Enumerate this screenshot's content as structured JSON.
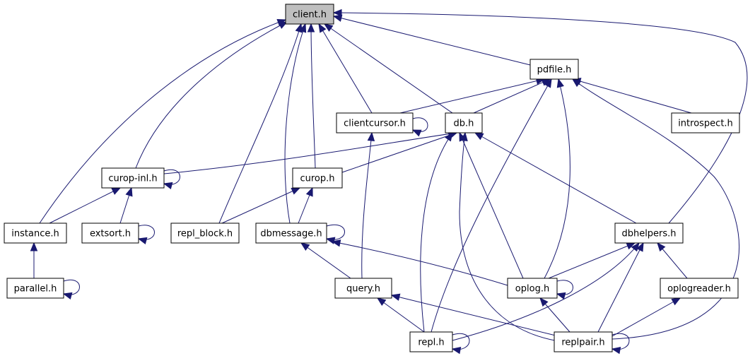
{
  "nodes": [
    {
      "id": "client",
      "label": "client.h",
      "root": true
    },
    {
      "id": "pdfile",
      "label": "pdfile.h"
    },
    {
      "id": "clientcursor",
      "label": "clientcursor.h"
    },
    {
      "id": "db",
      "label": "db.h"
    },
    {
      "id": "introspect",
      "label": "introspect.h"
    },
    {
      "id": "curopinl",
      "label": "curop-inl.h"
    },
    {
      "id": "curop",
      "label": "curop.h"
    },
    {
      "id": "instance",
      "label": "instance.h"
    },
    {
      "id": "extsort",
      "label": "extsort.h"
    },
    {
      "id": "replblock",
      "label": "repl_block.h"
    },
    {
      "id": "dbmessage",
      "label": "dbmessage.h"
    },
    {
      "id": "dbhelpers",
      "label": "dbhelpers.h"
    },
    {
      "id": "parallel",
      "label": "parallel.h"
    },
    {
      "id": "query",
      "label": "query.h"
    },
    {
      "id": "oplog",
      "label": "oplog.h"
    },
    {
      "id": "oplogreader",
      "label": "oplogreader.h"
    },
    {
      "id": "repl",
      "label": "repl.h"
    },
    {
      "id": "replpair",
      "label": "replpair.h"
    }
  ],
  "edges": [
    {
      "from": "pdfile",
      "to": "client"
    },
    {
      "from": "clientcursor",
      "to": "client"
    },
    {
      "from": "db",
      "to": "client"
    },
    {
      "from": "curopinl",
      "to": "client"
    },
    {
      "from": "curop",
      "to": "client"
    },
    {
      "from": "instance",
      "to": "client"
    },
    {
      "from": "replblock",
      "to": "client"
    },
    {
      "from": "dbmessage",
      "to": "client"
    },
    {
      "from": "dbhelpers",
      "to": "client"
    },
    {
      "from": "clientcursor",
      "to": "pdfile"
    },
    {
      "from": "db",
      "to": "pdfile"
    },
    {
      "from": "introspect",
      "to": "pdfile"
    },
    {
      "from": "repl",
      "to": "pdfile"
    },
    {
      "from": "oplog",
      "to": "pdfile"
    },
    {
      "from": "replpair",
      "to": "pdfile"
    },
    {
      "from": "clientcursor",
      "to": "clientcursor"
    },
    {
      "from": "query",
      "to": "clientcursor"
    },
    {
      "from": "curopinl",
      "to": "db"
    },
    {
      "from": "curop",
      "to": "db"
    },
    {
      "from": "dbhelpers",
      "to": "db"
    },
    {
      "from": "repl",
      "to": "db"
    },
    {
      "from": "oplog",
      "to": "db"
    },
    {
      "from": "replpair",
      "to": "db"
    },
    {
      "from": "curopinl",
      "to": "curopinl"
    },
    {
      "from": "instance",
      "to": "curopinl"
    },
    {
      "from": "extsort",
      "to": "curopinl"
    },
    {
      "from": "replblock",
      "to": "curop"
    },
    {
      "from": "dbmessage",
      "to": "curop"
    },
    {
      "from": "extsort",
      "to": "extsort"
    },
    {
      "from": "parallel",
      "to": "instance"
    },
    {
      "from": "dbmessage",
      "to": "dbmessage"
    },
    {
      "from": "query",
      "to": "dbmessage"
    },
    {
      "from": "oplog",
      "to": "dbmessage"
    },
    {
      "from": "repl",
      "to": "dbhelpers"
    },
    {
      "from": "oplog",
      "to": "dbhelpers"
    },
    {
      "from": "replpair",
      "to": "dbhelpers"
    },
    {
      "from": "oplogreader",
      "to": "dbhelpers"
    },
    {
      "from": "parallel",
      "to": "parallel"
    },
    {
      "from": "repl",
      "to": "query"
    },
    {
      "from": "replpair",
      "to": "query"
    },
    {
      "from": "oplog",
      "to": "oplog"
    },
    {
      "from": "replpair",
      "to": "oplog"
    },
    {
      "from": "replpair",
      "to": "oplogreader"
    },
    {
      "from": "repl",
      "to": "repl"
    },
    {
      "from": "replpair",
      "to": "replpair"
    }
  ]
}
